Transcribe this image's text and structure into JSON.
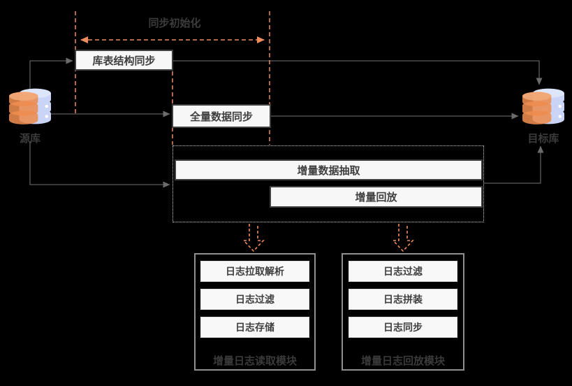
{
  "diagram": {
    "init_label": "同步初始化",
    "source_db": "源库",
    "target_db": "目标库",
    "steps": {
      "schema_sync": "库表结构同步",
      "full_sync": "全量数据同步",
      "incr_extract": "增量数据抽取",
      "incr_replay": "增量回放"
    },
    "reader_module": {
      "title": "增量日志读取模块",
      "items": [
        "日志拉取解析",
        "日志过滤",
        "日志存储"
      ]
    },
    "replayer_module": {
      "title": "增量日志回放模块",
      "items": [
        "日志过滤",
        "日志拼装",
        "日志同步"
      ]
    },
    "colors": {
      "accent_orange": "#EE8C5C",
      "line_gray": "#5d5d5d",
      "db_blue": "#c9d4f6",
      "db_orange": "#ED8C4F"
    }
  }
}
